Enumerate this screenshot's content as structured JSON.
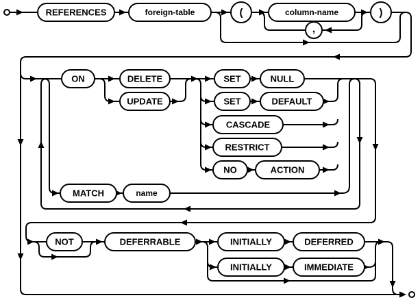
{
  "diagram": {
    "kind": "railroad-syntax-diagram",
    "nodes": {
      "references": "REFERENCES",
      "foreign_table": "foreign-table",
      "open_paren": "(",
      "column_name": "column-name",
      "close_paren": ")",
      "comma": ",",
      "on": "ON",
      "delete": "DELETE",
      "update": "UPDATE",
      "set1": "SET",
      "null": "NULL",
      "set2": "SET",
      "default": "DEFAULT",
      "cascade": "CASCADE",
      "restrict": "RESTRICT",
      "no": "NO",
      "action": "ACTION",
      "match": "MATCH",
      "name": "name",
      "not": "NOT",
      "deferrable": "DEFERRABLE",
      "initially1": "INITIALLY",
      "deferred": "DEFERRED",
      "initially2": "INITIALLY",
      "immediate": "IMMEDIATE"
    },
    "colors": {
      "line": "#000000",
      "background": "#ffffff",
      "node_fill": "#ffffff"
    }
  }
}
